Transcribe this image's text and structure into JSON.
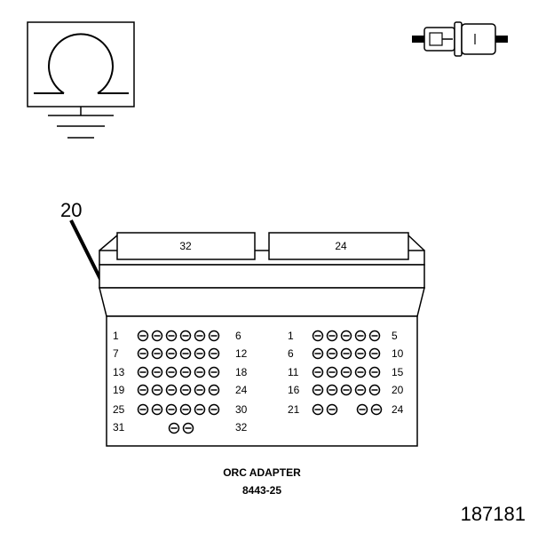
{
  "callout": "20",
  "connector": {
    "tab_left": "32",
    "tab_right": "24",
    "left_block": {
      "rows": [
        {
          "start": "1",
          "end": "6"
        },
        {
          "start": "7",
          "end": "12"
        },
        {
          "start": "13",
          "end": "18"
        },
        {
          "start": "19",
          "end": "24"
        },
        {
          "start": "25",
          "end": "30"
        },
        {
          "start": "31",
          "end": "32"
        }
      ]
    },
    "right_block": {
      "rows": [
        {
          "start": "1",
          "end": "5"
        },
        {
          "start": "6",
          "end": "10"
        },
        {
          "start": "11",
          "end": "15"
        },
        {
          "start": "16",
          "end": "20"
        },
        {
          "start": "21",
          "end": "24"
        }
      ]
    }
  },
  "caption": {
    "title": "ORC ADAPTER",
    "part_number": "8443-25"
  },
  "figure_number": "187181",
  "icons": {
    "ohm_ground": "ohmmeter-ground-symbol-icon",
    "connector": "inline-connector-icon"
  }
}
